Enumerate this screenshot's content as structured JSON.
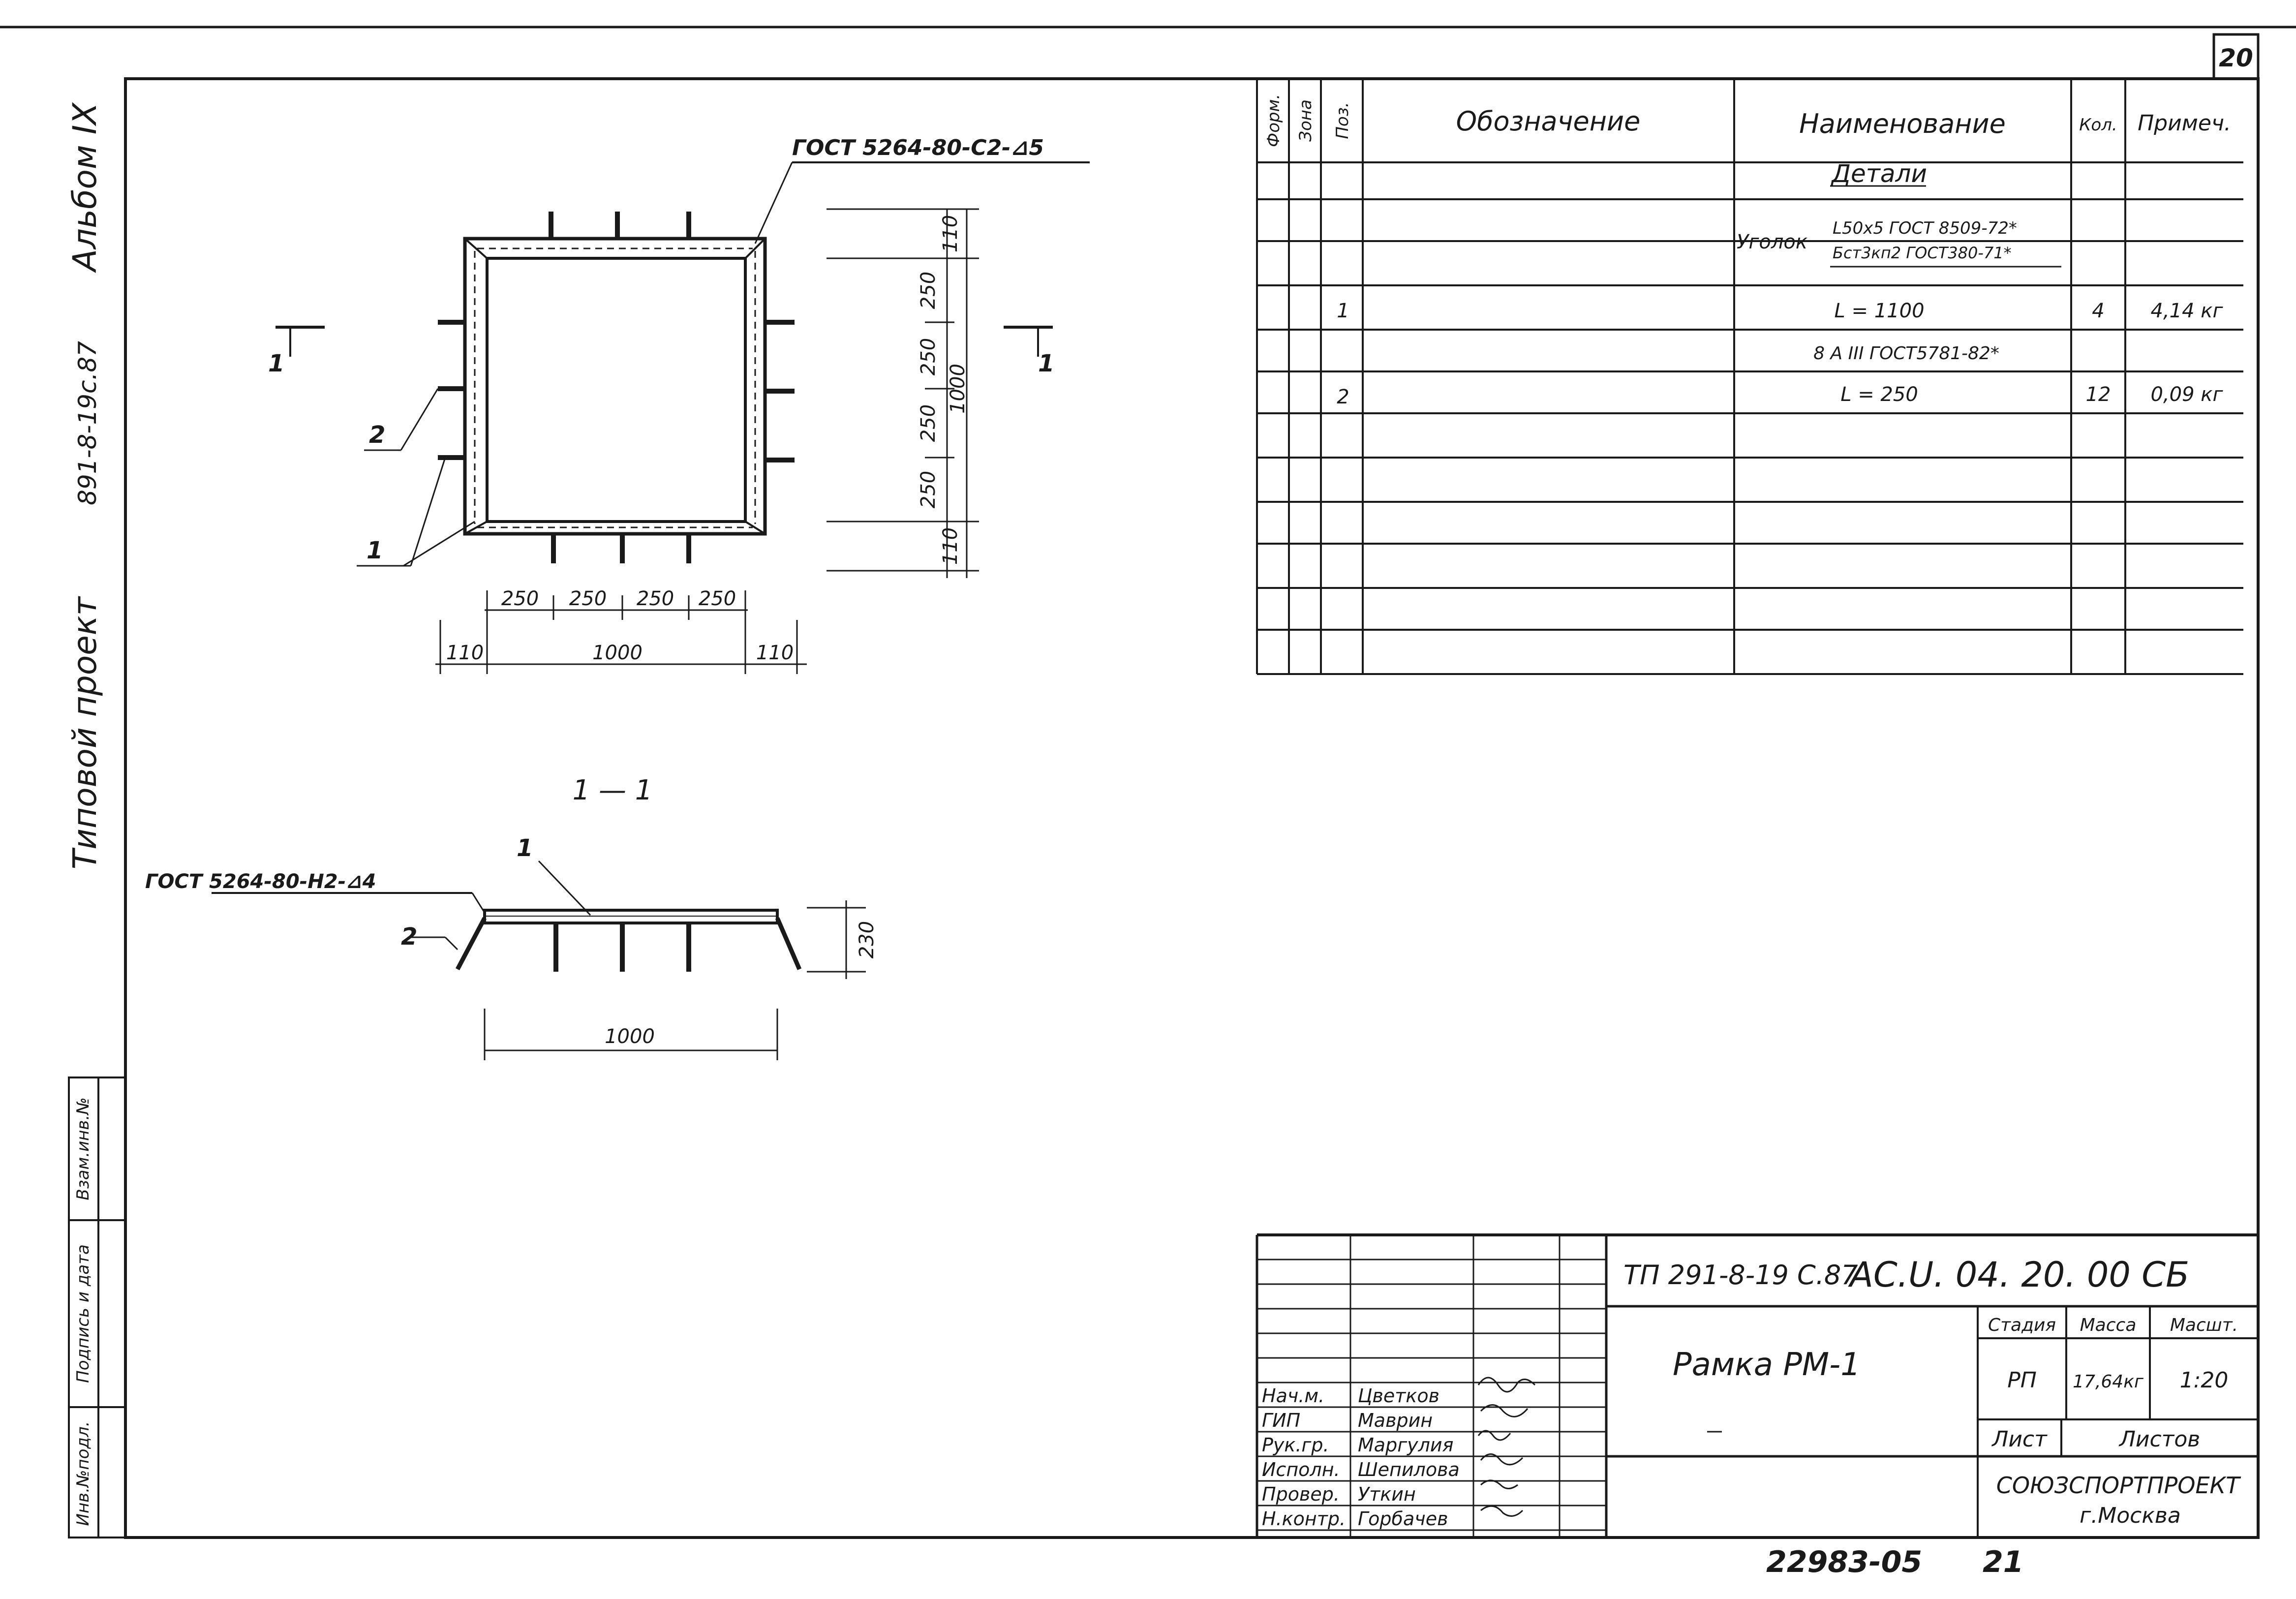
{
  "sheet": {
    "number": "20",
    "bottom_code": "22983-05",
    "bottom_sheet": "21"
  },
  "margin": {
    "album": "Альбом IX",
    "code": "891-8-19с.87",
    "project": "Типовой проект",
    "box_labels": [
      "Инв.№подл.",
      "Подпись и дата",
      "Взам.инв.№"
    ]
  },
  "plan": {
    "weld_note": "ГОСТ 5264-80-С2-⊿5",
    "section_mark": "1",
    "label_pos1": "1",
    "label_pos2": "2",
    "dims_right": [
      "110",
      "250",
      "250",
      "250",
      "250",
      "1000",
      "110"
    ],
    "dims_bottom": [
      "250",
      "250",
      "250",
      "250",
      "110",
      "1000",
      "110"
    ]
  },
  "section": {
    "title": "1 — 1",
    "weld_note": "ГОСТ 5264-80-Н2-⊿4",
    "label_pos1": "1",
    "label_pos2": "2",
    "dim_height": "230",
    "dim_width": "1000"
  },
  "spec_table": {
    "headers": [
      "Форм.",
      "Зона",
      "Поз.",
      "Обозначение",
      "Наименование",
      "Кол.",
      "Примеч."
    ],
    "section_title": "Детали",
    "rows": [
      {
        "pos": "",
        "name": "Уголок",
        "numer": "L50x5 ГОСТ 8509-72*",
        "denom": "Бст3кп2 ГОСТ380-71*",
        "qty": "",
        "note": ""
      },
      {
        "pos": "1",
        "name": "L = 1100",
        "qty": "4",
        "note": "4,14 кг"
      },
      {
        "pos": "",
        "name": "8 А III ГОСТ5781-82*",
        "qty": "",
        "note": ""
      },
      {
        "pos": "2",
        "name": "L = 250",
        "qty": "12",
        "note": "0,09 кг"
      }
    ]
  },
  "title_block": {
    "code1": "ТП 291-8-19 С.87",
    "code2": "АС.U. 04. 20. 00 СБ",
    "title": "Рамка РМ-1",
    "stage_label": "Стадия",
    "mass_label": "Масса",
    "scale_label": "Масшт.",
    "stage": "РП",
    "mass": "17,64кг",
    "scale": "1:20",
    "sheet_label": "Лист",
    "sheets_label": "Листов",
    "org": "СОЮЗСПОРТПРОЕКТ",
    "city": "г.Москва",
    "signers": [
      {
        "role": "Нач.м.",
        "name": "Цветков"
      },
      {
        "role": "ГИП",
        "name": "Маврин"
      },
      {
        "role": "Рук.гр.",
        "name": "Маргулия"
      },
      {
        "role": "Исполн.",
        "name": "Шепилова"
      },
      {
        "role": "Провер.",
        "name": "Уткин"
      },
      {
        "role": "Н.контр.",
        "name": "Горбачев"
      }
    ]
  }
}
